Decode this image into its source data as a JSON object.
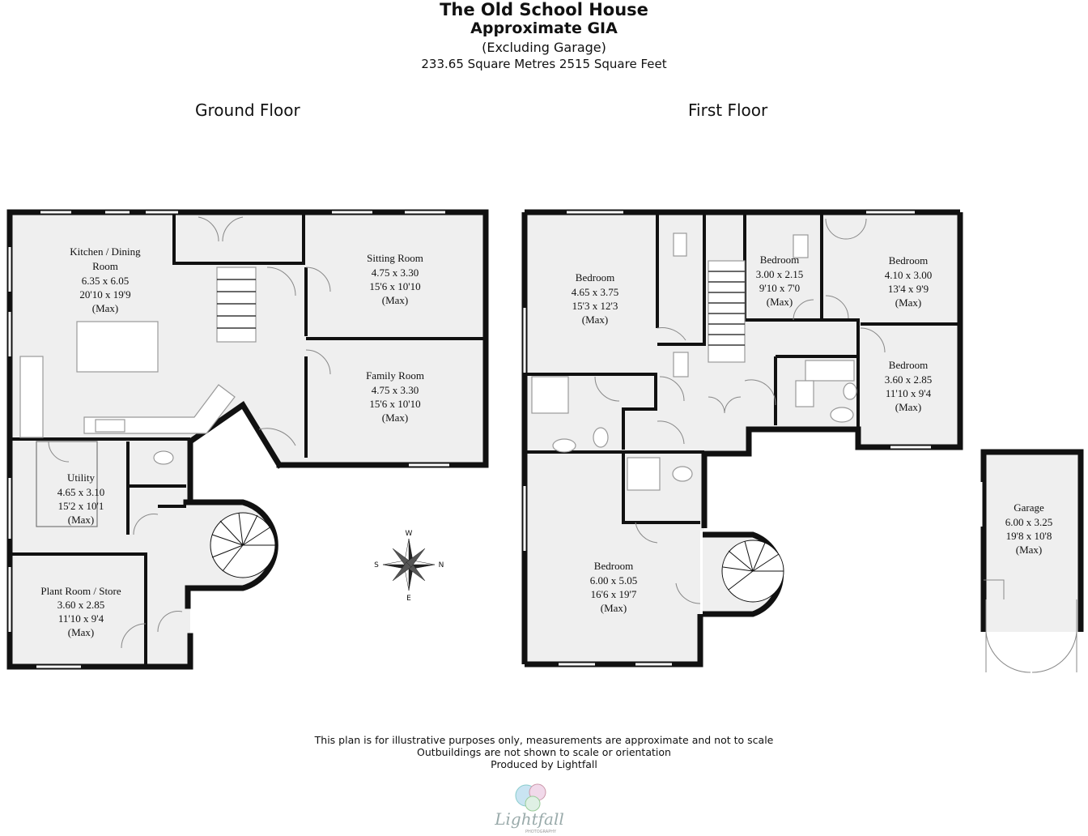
{
  "header": {
    "title": "The Old School House",
    "subtitle": "Approximate GIA",
    "exclusion": "(Excluding Garage)",
    "area": "233.65 Square Metres  2515 Square Feet"
  },
  "floors": {
    "ground": "Ground Floor",
    "first": "First Floor"
  },
  "rooms": {
    "kitchen": {
      "name": "Kitchen / Dining",
      "name2": "Room",
      "metric": "6.35 x 6.05",
      "imperial": "20'10 x 19'9",
      "note": "(Max)"
    },
    "sitting": {
      "name": "Sitting Room",
      "metric": "4.75 x 3.30",
      "imperial": "15'6 x 10'10",
      "note": "(Max)"
    },
    "family": {
      "name": "Family Room",
      "metric": "4.75 x 3.30",
      "imperial": "15'6 x 10'10",
      "note": "(Max)"
    },
    "utility": {
      "name": "Utility",
      "metric": "4.65 x 3.10",
      "imperial": "15'2 x 10'1",
      "note": "(Max)"
    },
    "plant": {
      "name": "Plant Room / Store",
      "metric": "3.60 x 2.85",
      "imperial": "11'10 x 9'4",
      "note": "(Max)"
    },
    "bed1": {
      "name": "Bedroom",
      "metric": "4.65 x 3.75",
      "imperial": "15'3 x 12'3",
      "note": "(Max)"
    },
    "bed2": {
      "name": "Bedroom",
      "metric": "3.00 x 2.15",
      "imperial": "9'10 x 7'0",
      "note": "(Max)"
    },
    "bed3": {
      "name": "Bedroom",
      "metric": "4.10 x 3.00",
      "imperial": "13'4 x 9'9",
      "note": "(Max)"
    },
    "bed4": {
      "name": "Bedroom",
      "metric": "3.60 x 2.85",
      "imperial": "11'10 x 9'4",
      "note": "(Max)"
    },
    "bed5": {
      "name": "Bedroom",
      "metric": "6.00 x 5.05",
      "imperial": "16'6 x 19'7",
      "note": "(Max)"
    },
    "garage": {
      "name": "Garage",
      "metric": "6.00 x 3.25",
      "imperial": "19'8 x 10'8",
      "note": "(Max)"
    }
  },
  "compass": {
    "n": "N",
    "s": "S",
    "e": "E",
    "w": "W"
  },
  "footer": {
    "line1": "This plan is for illustrative purposes only, measurements are approximate and not to scale",
    "line2": "Outbuildings are not shown to scale or orientation",
    "line3": "Produced by Lightfall",
    "logo_text": "Lightfall",
    "logo_sub": "PHOTOGRAPHY"
  },
  "colors": {
    "wall": "#111111",
    "floor": "#efefef",
    "fixture": "#999999"
  }
}
